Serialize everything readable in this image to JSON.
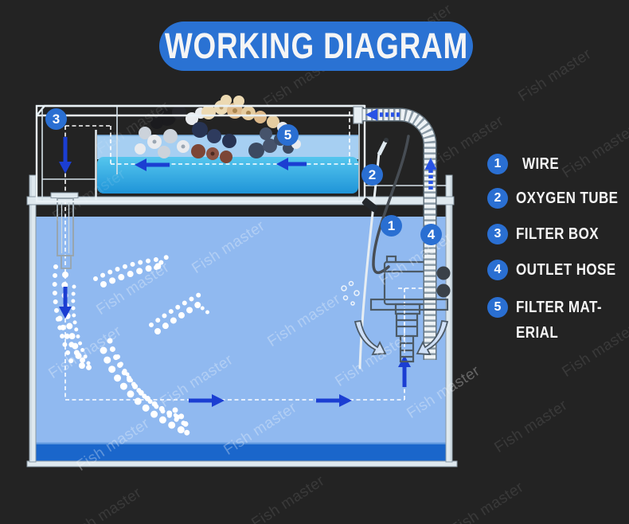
{
  "title": "WORKING DIAGRAM",
  "watermark": {
    "text": "Fish master"
  },
  "legend": {
    "items": [
      {
        "num": "1",
        "label": "WIRE"
      },
      {
        "num": "2",
        "label": "OXYGEN TUBE"
      },
      {
        "num": "3",
        "label": "FILTER BOX"
      },
      {
        "num": "4",
        "label": "OUTLET HOSE"
      },
      {
        "num": "5",
        "label": "FILTER MAT-",
        "label2": "ERIAL"
      }
    ]
  },
  "callouts": [
    {
      "num": "1"
    },
    {
      "num": "2"
    },
    {
      "num": "3"
    },
    {
      "num": "4"
    },
    {
      "num": "5"
    }
  ],
  "colors": {
    "background": "#232323",
    "accent_blue": "#2a72d3",
    "label_circle_blue": "#2a6fd2",
    "arrow_blue": "#1b3ed2",
    "arrow_dashed_blue": "#2853e6",
    "water_blue": "#90b9f0",
    "box_water_blue": "#a6cff2",
    "sponge_blue_top": "#55c6ee",
    "sponge_blue": "#2097da",
    "substrate_blue": "#1a66cb",
    "glass_light": "#dfe9ef",
    "text_white": "#f5f5f5"
  }
}
